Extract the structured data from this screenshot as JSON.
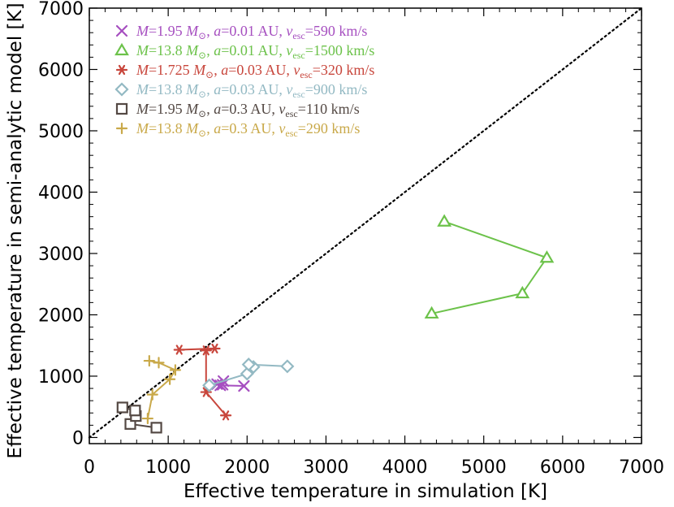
{
  "chart_data": {
    "type": "line",
    "xlabel": "Effective temperature in simulation [K]",
    "ylabel": "Effective temperature in semi-analytic model [K]",
    "xlim": [
      0,
      7000
    ],
    "ylim": [
      -100,
      7000
    ],
    "xticks": [
      "0",
      "1000",
      "2000",
      "3000",
      "4000",
      "5000",
      "6000",
      "7000"
    ],
    "yticks": [
      "0",
      "1000",
      "2000",
      "3000",
      "4000",
      "5000",
      "6000",
      "7000"
    ],
    "grid": false,
    "legend_position": "top-left",
    "reference_line": {
      "type": "y=x",
      "style": "dotted"
    },
    "series": [
      {
        "name": "M=1.95 M⊙, a=0.01 AU, vesc=590 km/s",
        "marker": "x",
        "color": "#a64fc0",
        "points": [
          [
            1960,
            840
          ],
          [
            1660,
            850
          ],
          [
            1700,
            920
          ],
          [
            1620,
            870
          ],
          [
            1690,
            860
          ]
        ]
      },
      {
        "name": "M=13.8 M⊙, a=0.01 AU, vesc=1500 km/s",
        "marker": "triangle",
        "color": "#6cc24a",
        "points": [
          [
            4340,
            2020
          ],
          [
            5490,
            2350
          ],
          [
            5800,
            2930
          ],
          [
            4500,
            3520
          ]
        ]
      },
      {
        "name": "M=1.725 M⊙, a=0.03 AU, vesc=320 km/s",
        "marker": "asterisk",
        "color": "#c8463c",
        "points": [
          [
            1730,
            360
          ],
          [
            1480,
            740
          ],
          [
            1480,
            1420
          ],
          [
            1590,
            1450
          ],
          [
            1140,
            1430
          ]
        ]
      },
      {
        "name": "M=13.8 M⊙, a=0.03 AU, vesc=900 km/s",
        "marker": "diamond",
        "color": "#93b9c3",
        "points": [
          [
            1520,
            850
          ],
          [
            2000,
            1040
          ],
          [
            2080,
            1150
          ],
          [
            2020,
            1190
          ],
          [
            2510,
            1160
          ]
        ]
      },
      {
        "name": "M=1.95 M⊙, a=0.3 AU, vesc=110 km/s",
        "marker": "square",
        "color": "#544944",
        "points": [
          [
            850,
            160
          ],
          [
            520,
            220
          ],
          [
            590,
            350
          ],
          [
            580,
            440
          ],
          [
            420,
            490
          ]
        ]
      },
      {
        "name": "M=13.8 M⊙, a=0.3 AU, vesc=290 km/s",
        "marker": "plus",
        "color": "#c9a94a",
        "points": [
          [
            740,
            310
          ],
          [
            800,
            700
          ],
          [
            1020,
            950
          ],
          [
            1090,
            1100
          ],
          [
            880,
            1220
          ],
          [
            760,
            1250
          ]
        ]
      }
    ],
    "legend": [
      {
        "parts": [
          {
            "t": "M",
            "s": "i"
          },
          {
            "t": "=1.95 "
          },
          {
            "t": "M",
            "s": "i"
          },
          {
            "t": "⊙",
            "s": "sub"
          },
          {
            "t": ", "
          },
          {
            "t": "a",
            "s": "i"
          },
          {
            "t": "=0.01 AU, "
          },
          {
            "t": "v",
            "s": "i"
          },
          {
            "t": "esc",
            "s": "sub"
          },
          {
            "t": "=590 km/s"
          }
        ]
      },
      {
        "parts": [
          {
            "t": "M",
            "s": "i"
          },
          {
            "t": "=13.8 "
          },
          {
            "t": "M",
            "s": "i"
          },
          {
            "t": "⊙",
            "s": "sub"
          },
          {
            "t": ", "
          },
          {
            "t": "a",
            "s": "i"
          },
          {
            "t": "=0.01 AU, "
          },
          {
            "t": "v",
            "s": "i"
          },
          {
            "t": "esc",
            "s": "sub"
          },
          {
            "t": "=1500 km/s"
          }
        ]
      },
      {
        "parts": [
          {
            "t": "M",
            "s": "i"
          },
          {
            "t": "=1.725 "
          },
          {
            "t": "M",
            "s": "i"
          },
          {
            "t": "⊙",
            "s": "sub"
          },
          {
            "t": ", "
          },
          {
            "t": "a",
            "s": "i"
          },
          {
            "t": "=0.03 AU, "
          },
          {
            "t": "v",
            "s": "i"
          },
          {
            "t": "esc",
            "s": "sub"
          },
          {
            "t": "=320 km/s"
          }
        ]
      },
      {
        "parts": [
          {
            "t": "M",
            "s": "i"
          },
          {
            "t": "=13.8 "
          },
          {
            "t": "M",
            "s": "i"
          },
          {
            "t": "⊙",
            "s": "sub"
          },
          {
            "t": ", "
          },
          {
            "t": "a",
            "s": "i"
          },
          {
            "t": "=0.03 AU, "
          },
          {
            "t": "v",
            "s": "i"
          },
          {
            "t": "esc",
            "s": "sub"
          },
          {
            "t": "=900 km/s"
          }
        ]
      },
      {
        "parts": [
          {
            "t": "M",
            "s": "i"
          },
          {
            "t": "=1.95 "
          },
          {
            "t": "M",
            "s": "i"
          },
          {
            "t": "⊙",
            "s": "sub"
          },
          {
            "t": ", "
          },
          {
            "t": "a",
            "s": "i"
          },
          {
            "t": "=0.3 AU, "
          },
          {
            "t": "v",
            "s": "i"
          },
          {
            "t": "esc",
            "s": "sub"
          },
          {
            "t": "=110 km/s"
          }
        ]
      },
      {
        "parts": [
          {
            "t": "M",
            "s": "i"
          },
          {
            "t": "=13.8 "
          },
          {
            "t": "M",
            "s": "i"
          },
          {
            "t": "⊙",
            "s": "sub"
          },
          {
            "t": ", "
          },
          {
            "t": "a",
            "s": "i"
          },
          {
            "t": "=0.3 AU, "
          },
          {
            "t": "v",
            "s": "i"
          },
          {
            "t": "esc",
            "s": "sub"
          },
          {
            "t": "=290 km/s"
          }
        ]
      }
    ]
  }
}
